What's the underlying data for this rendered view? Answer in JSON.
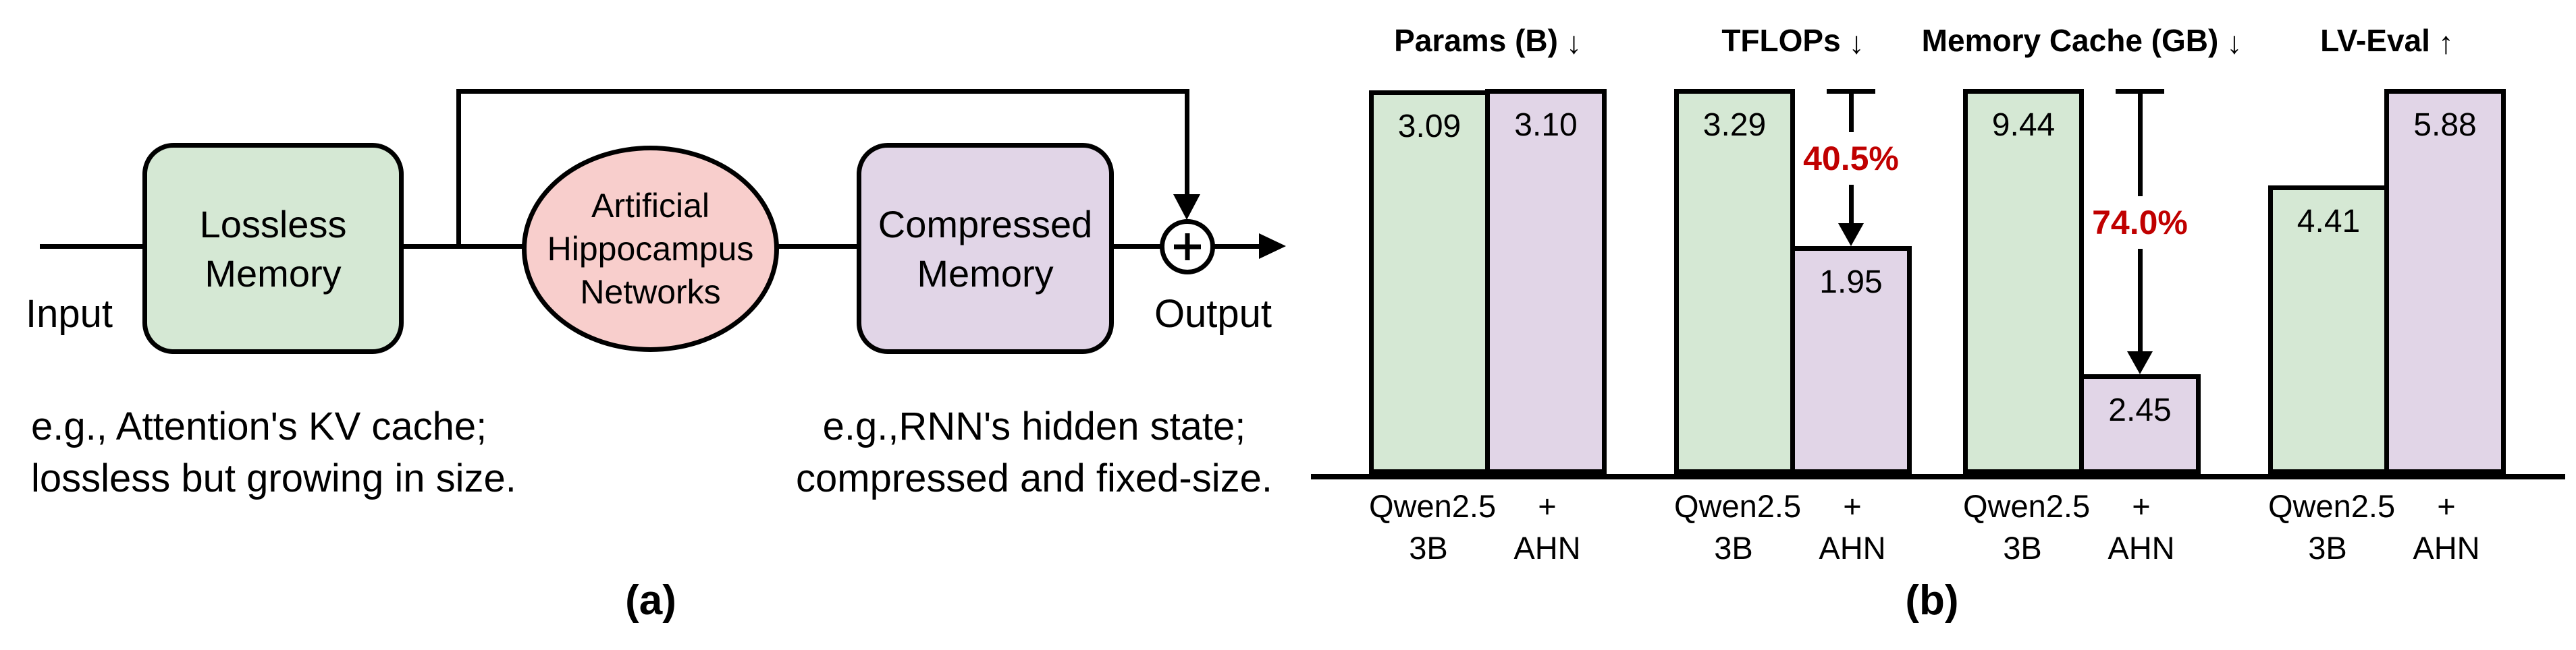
{
  "figure": {
    "panel_a_label": "(a)",
    "panel_b_label": "(b)"
  },
  "diagram": {
    "input_label": "Input",
    "output_label": "Output",
    "sum_symbol": "+",
    "nodes": {
      "lossless_memory": {
        "label_line1": "Lossless",
        "label_line2": "Memory",
        "fill": "#d5e8d4",
        "shape": "rounded-rect"
      },
      "ahn": {
        "label_line1": "Artificial",
        "label_line2": "Hippocampus",
        "label_line3": "Networks",
        "fill": "#f8cecc",
        "shape": "ellipse"
      },
      "compressed_memory": {
        "label_line1": "Compressed",
        "label_line2": "Memory",
        "fill": "#e1d5e7",
        "shape": "rounded-rect"
      }
    },
    "caption_left_line1": "e.g., Attention's KV cache;",
    "caption_left_line2": "lossless but growing in size.",
    "caption_right_line1": "e.g.,RNN's hidden state;",
    "caption_right_line2": "compressed and fixed-size."
  },
  "chart_data": {
    "type": "bar",
    "categories": [
      "Qwen2.5 3B",
      "+ AHN"
    ],
    "category_label_lines": [
      [
        "Qwen2.5",
        "3B"
      ],
      [
        "+",
        "AHN"
      ]
    ],
    "bar_colors": [
      "#d5e8d4",
      "#e1d5e7"
    ],
    "colors": {
      "reduction_text": "#c00000",
      "bar_border": "#000000"
    },
    "grid": false,
    "legend_position": "none",
    "normalization": "each group is scaled independently so its taller bar fills the plot height",
    "groups": [
      {
        "title": "Params (B)",
        "direction_arrow": "↓",
        "values": [
          3.09,
          3.1
        ],
        "value_labels": [
          "3.09",
          "3.10"
        ],
        "reduction_label": null
      },
      {
        "title": "TFLOPs",
        "direction_arrow": "↓",
        "values": [
          3.29,
          1.95
        ],
        "value_labels": [
          "3.29",
          "1.95"
        ],
        "reduction_label": "40.5%"
      },
      {
        "title": "Memory Cache (GB)",
        "direction_arrow": "↓",
        "values": [
          9.44,
          2.45
        ],
        "value_labels": [
          "9.44",
          "2.45"
        ],
        "reduction_label": "74.0%"
      },
      {
        "title": "LV-Eval",
        "direction_arrow": "↑",
        "values": [
          4.41,
          5.88
        ],
        "value_labels": [
          "4.41",
          "5.88"
        ],
        "reduction_label": null
      }
    ]
  }
}
